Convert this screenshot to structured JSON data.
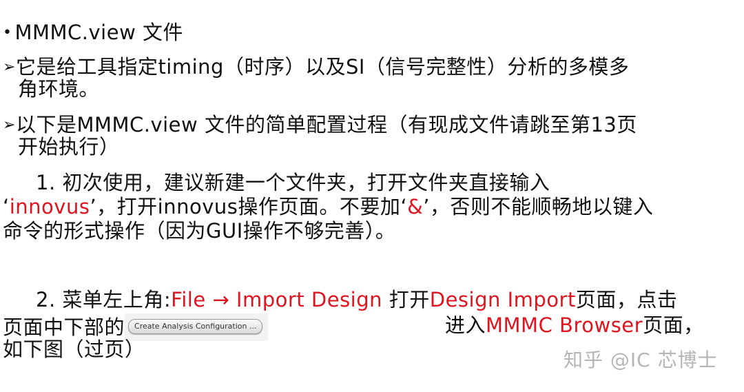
{
  "heading": {
    "bullet": "•",
    "text": "MMMC.view  文件"
  },
  "points": [
    {
      "marker": "➢",
      "line1": "它是给工具指定timing（时序）以及SI（信号完整性）分析的多模多",
      "line2": "角环境。"
    },
    {
      "marker": "➢",
      "line1": "以下是MMMC.view  文件的简单配置过程（有现成文件请跳至第13页",
      "line2": "开始执行）"
    }
  ],
  "step1": {
    "line1": "1. 初次使用，建议新建一个文件夹，打开文件夹直接输入",
    "quote_open": "‘",
    "command": "innovus",
    "quote_close": "’",
    "text_a": "，打开innovus操作页面。不要加‘",
    "ampersand": "&",
    "text_b": "’，否则不能顺畅地以键入",
    "line3": "命令的形式操作（因为GUI操作不够完善）。"
  },
  "step2": {
    "prefix": "2. 菜单左上角:",
    "menu_path": "File → Import Design",
    "text_open": " 打开",
    "dialog_name": "Design Import",
    "text_after": "页面，点击",
    "line2_prefix": "页面中下部的",
    "button_label": "Create Analysis Configuration ...",
    "enter_text": "进入",
    "browser_name": "MMMC Browser",
    "line2_suffix": "页面，",
    "line3": "如下图（过页）"
  },
  "watermark": "知乎 @IC 芯博士",
  "colors": {
    "text": "#111111",
    "highlight_red": "#e0141e",
    "watermark": "#b5b5b5"
  }
}
